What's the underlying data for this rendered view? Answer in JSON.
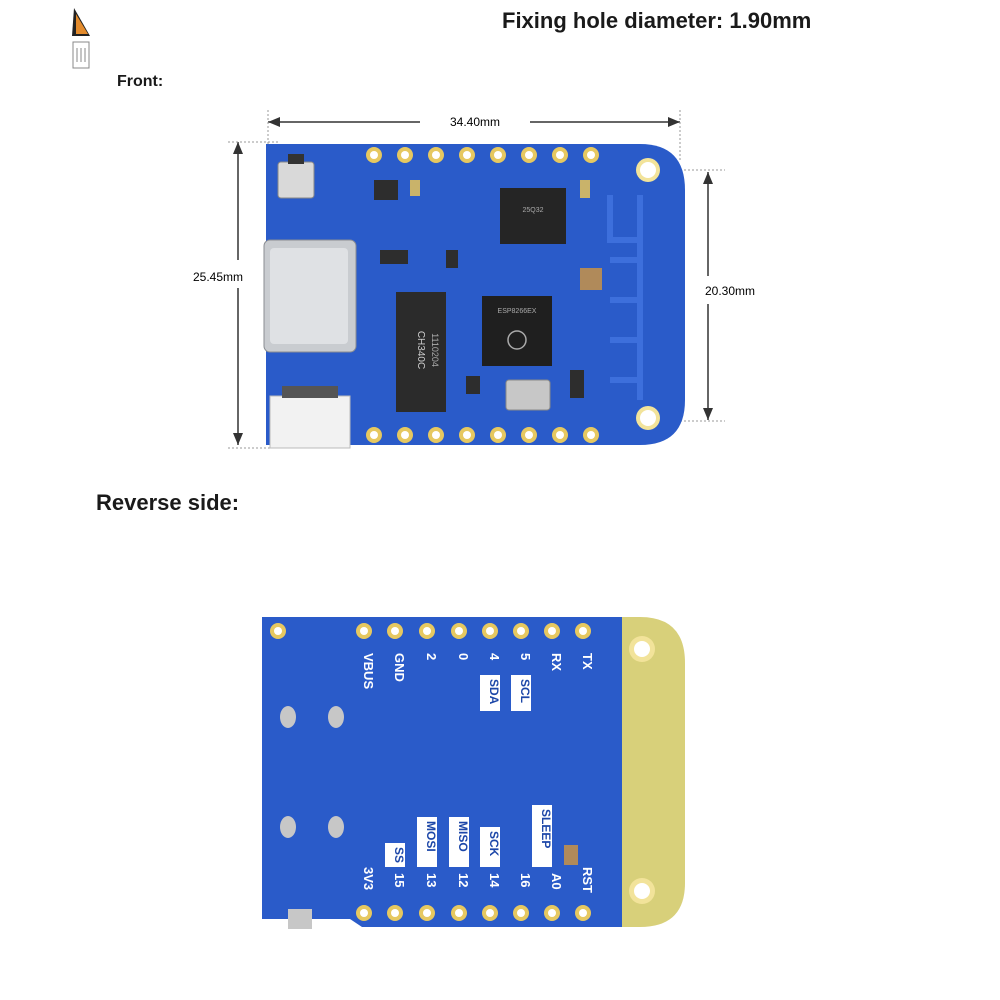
{
  "header": {
    "hole_title": "Fixing hole diameter: 1.90mm",
    "front_label": "Front:",
    "reverse_label": "Reverse side:"
  },
  "dimensions": {
    "width": "34.40mm",
    "height_left": "25.45mm",
    "height_right": "20.30mm"
  },
  "front_chips": {
    "usb_chip_line1": "CH340C",
    "usb_chip_line2": "1110204",
    "esp_line1": "ESP8266EX",
    "flash_line1": "25Q32"
  },
  "reverse_pins_top": [
    {
      "num": "",
      "name": "VBUS"
    },
    {
      "num": "",
      "name": "GND"
    },
    {
      "num": "2",
      "name": ""
    },
    {
      "num": "0",
      "name": ""
    },
    {
      "num": "4",
      "name": "SDA"
    },
    {
      "num": "5",
      "name": "SCL"
    },
    {
      "num": "RX",
      "name": ""
    },
    {
      "num": "TX",
      "name": ""
    }
  ],
  "reverse_pins_bottom": [
    {
      "num": "3V3",
      "name": ""
    },
    {
      "num": "15",
      "name": "SS"
    },
    {
      "num": "13",
      "name": "MOSI"
    },
    {
      "num": "12",
      "name": "MISO"
    },
    {
      "num": "14",
      "name": "SCK"
    },
    {
      "num": "16",
      "name": "SLEEP"
    },
    {
      "num": "A0",
      "name": ""
    },
    {
      "num": "RST",
      "name": ""
    }
  ],
  "colors": {
    "pcb_blue": "#2a5bc9",
    "pcb_dark": "#1d47a8",
    "antenna_yellow": "#d8d07a",
    "pad_gold": "#e6c860"
  }
}
